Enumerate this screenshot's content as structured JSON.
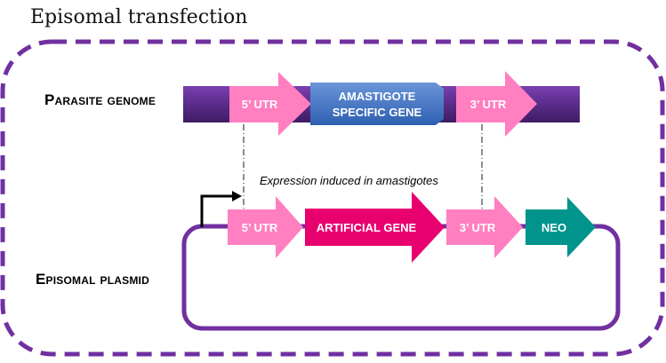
{
  "title": "Episomal transfection",
  "genome": {
    "label": "Parasite genome",
    "utr5": "5’ UTR",
    "gene_line1": "AMASTIGOTE",
    "gene_line2": "SPECIFIC GENE",
    "utr3": "3’ UTR"
  },
  "note": "Expression induced in amastigotes",
  "plasmid": {
    "label": "Episomal plasmid",
    "utr5": "5’ UTR",
    "gene": "ARTIFICIAL GENE",
    "utr3": "3’ UTR",
    "marker": "NEO"
  },
  "colors": {
    "frame": "#7030A0",
    "genome_bar": "#5B2C8A",
    "utr": "#FF7FC0",
    "amastigote_gene": "#4472C4",
    "artificial_gene": "#E8006F",
    "neo": "#00948C",
    "plasmid_loop": "#7030A0"
  }
}
